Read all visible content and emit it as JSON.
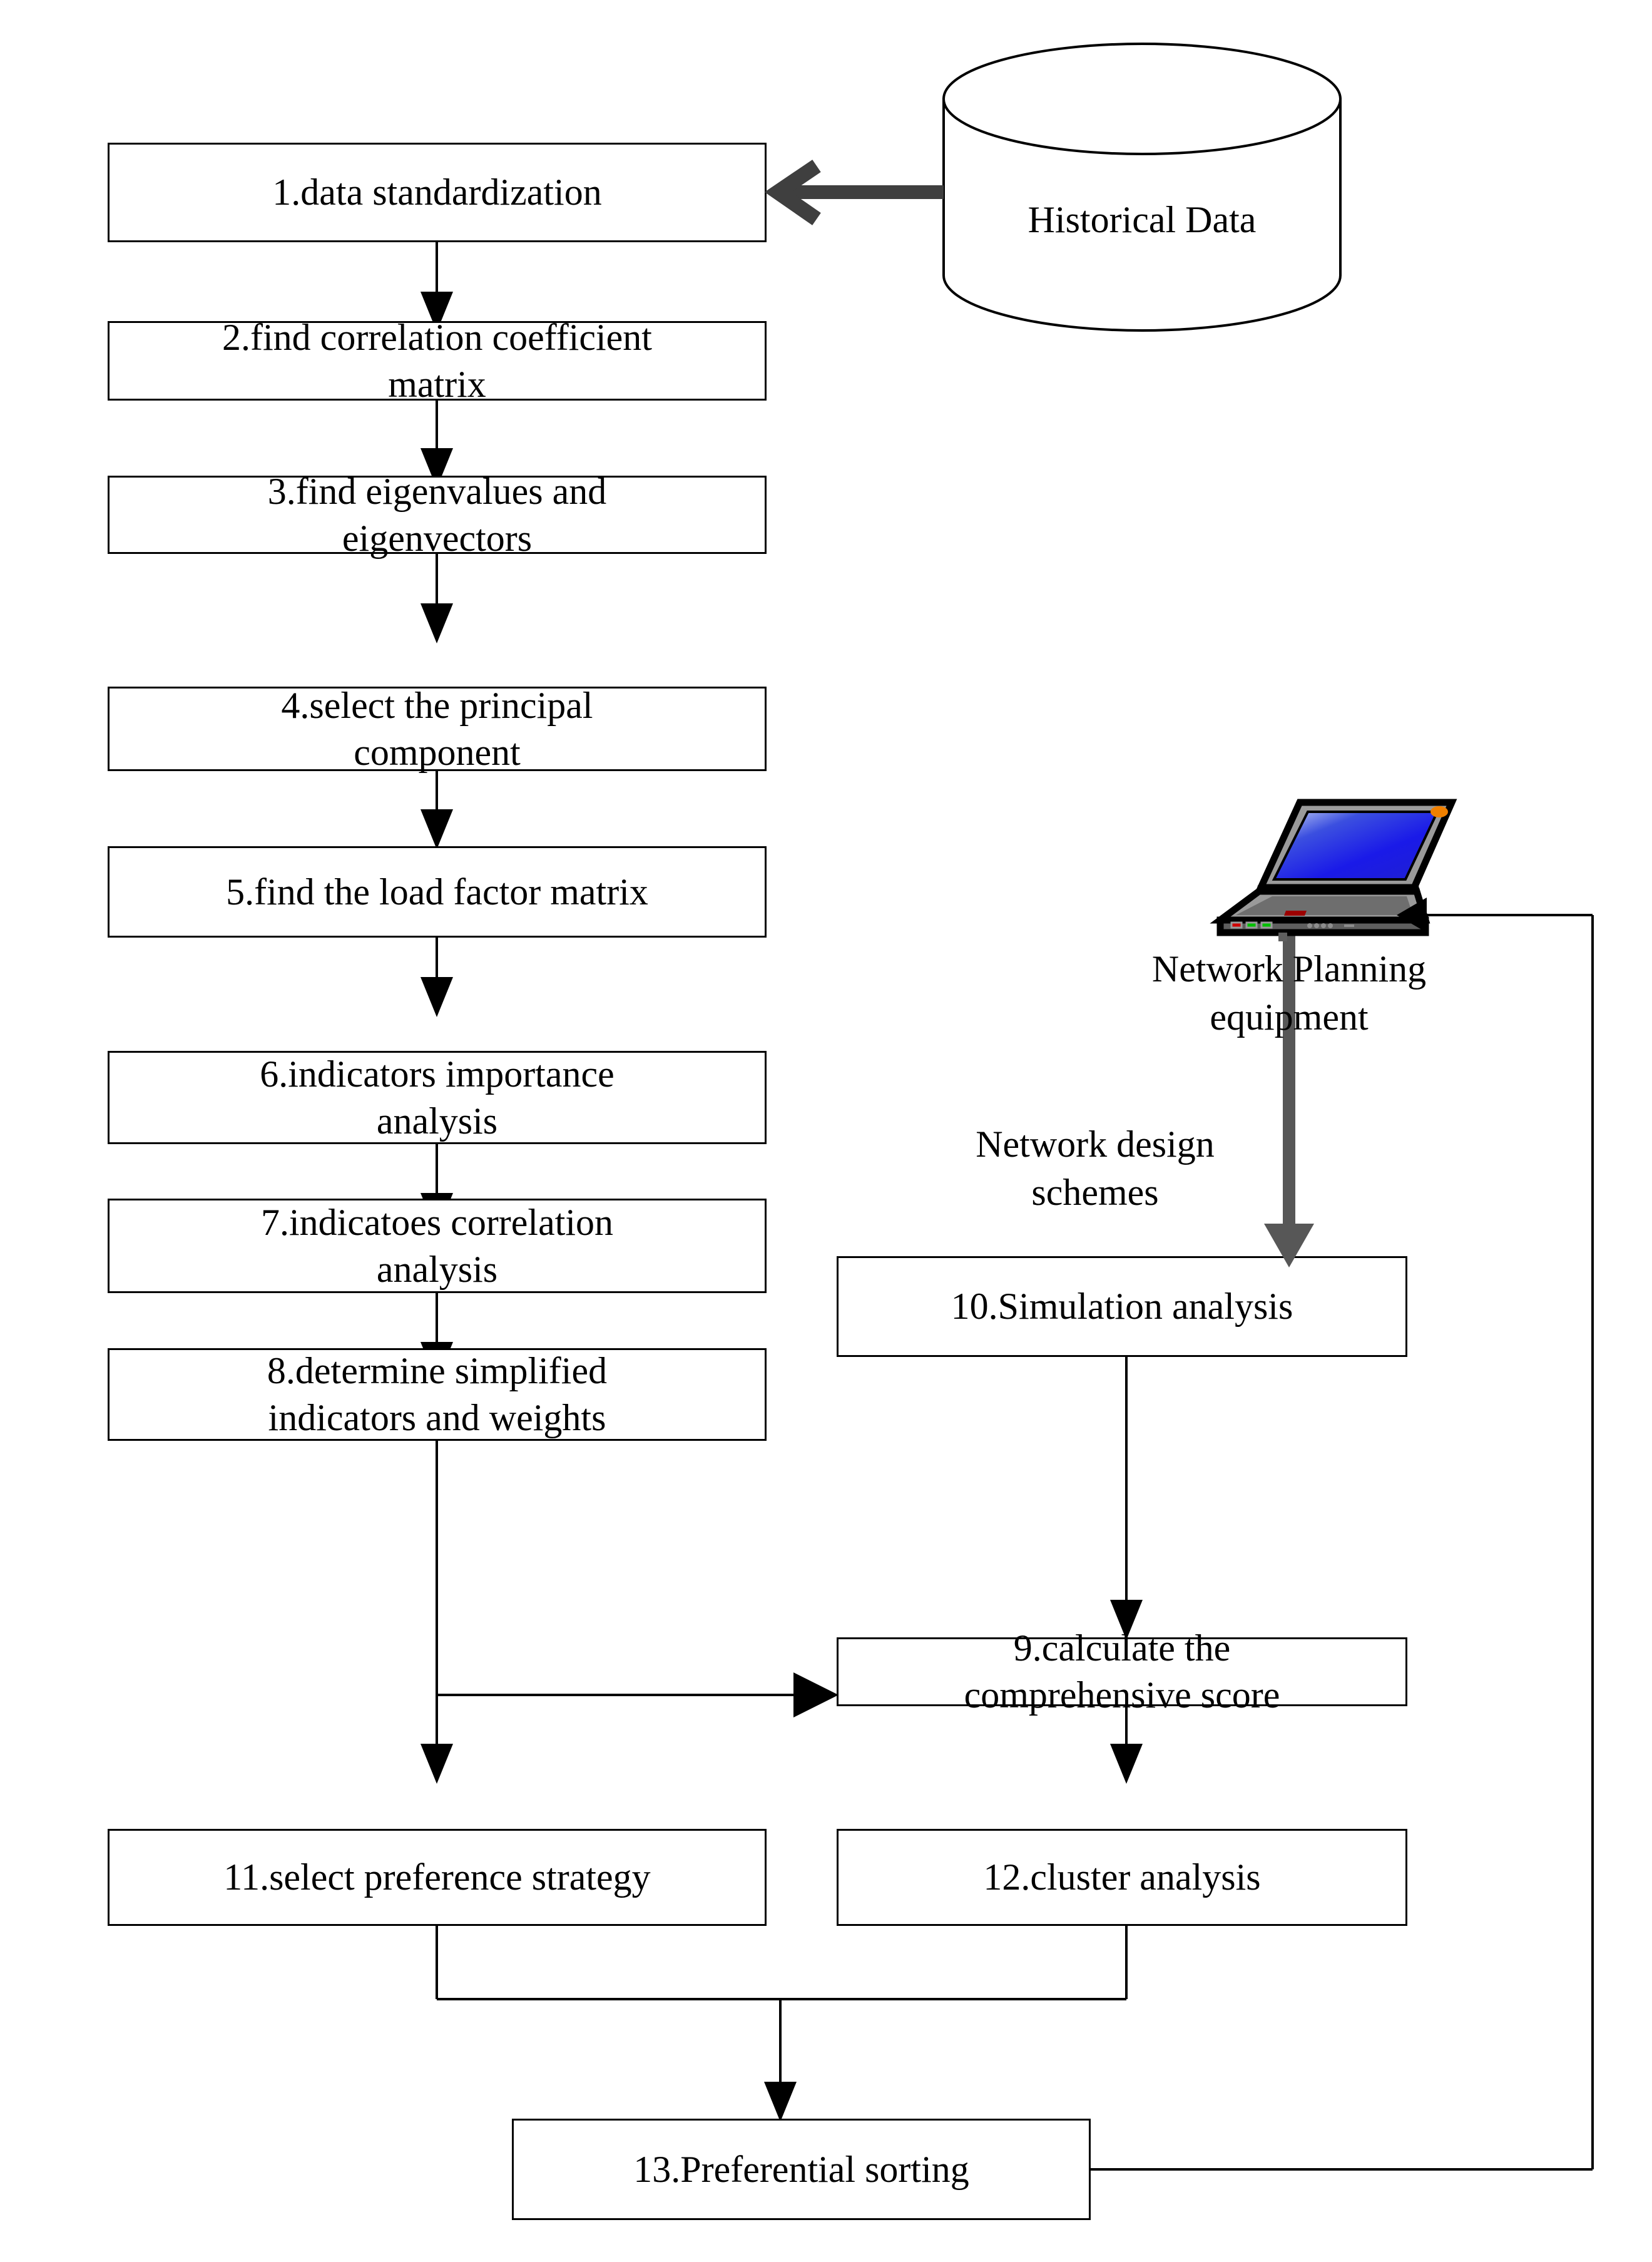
{
  "diagram": {
    "title": "Network planning scheme evaluation flowchart",
    "colors": {
      "stroke": "#000000",
      "box_fill": "#ffffff",
      "thick_arrow": "#3f3f3f",
      "laptop_body": "#9a9a9a",
      "laptop_screen": "#1a1ae8",
      "laptop_led_orange": "#f08000",
      "laptop_led_red": "#d00000",
      "laptop_led_green": "#00c000"
    },
    "nodes": [
      {
        "id": "n1",
        "label": "1.data standardization"
      },
      {
        "id": "n2",
        "label": "2.find correlation coefficient\nmatrix"
      },
      {
        "id": "n3",
        "label": "3.find eigenvalues and\neigenvectors"
      },
      {
        "id": "n4",
        "label": "4.select the principal\ncomponent"
      },
      {
        "id": "n5",
        "label": "5.find the load factor matrix"
      },
      {
        "id": "n6",
        "label": "6.indicators importance\nanalysis"
      },
      {
        "id": "n7",
        "label": "7.indicatoes correlation\nanalysis"
      },
      {
        "id": "n8",
        "label": "8.determine simplified\nindicators and weights"
      },
      {
        "id": "n9",
        "label": "9.calculate the\ncomprehensive score"
      },
      {
        "id": "n10",
        "label": "10.Simulation analysis"
      },
      {
        "id": "n11",
        "label": "11.select preference strategy"
      },
      {
        "id": "n12",
        "label": "12.cluster analysis"
      },
      {
        "id": "n13",
        "label": "13.Preferential sorting"
      }
    ],
    "datastore": {
      "id": "db",
      "label": "Historical Data"
    },
    "equipment": {
      "id": "laptop",
      "label": "Network Planning\nequipment"
    },
    "annotations": [
      {
        "id": "design_schemes",
        "label": "Network design\nschemes"
      }
    ],
    "edges": [
      {
        "from": "db",
        "to": "n1",
        "style": "thick-gray"
      },
      {
        "from": "n1",
        "to": "n2",
        "style": "plain"
      },
      {
        "from": "n2",
        "to": "n3",
        "style": "plain"
      },
      {
        "from": "n3",
        "to": "n4",
        "style": "plain"
      },
      {
        "from": "n4",
        "to": "n5",
        "style": "plain"
      },
      {
        "from": "n5",
        "to": "n6",
        "style": "plain"
      },
      {
        "from": "n6",
        "to": "n7",
        "style": "plain"
      },
      {
        "from": "n7",
        "to": "n8",
        "style": "plain"
      },
      {
        "from": "n8",
        "to": "n9",
        "style": "elbow"
      },
      {
        "from": "n8",
        "to": "n11",
        "style": "plain"
      },
      {
        "from": "laptop",
        "to": "n10",
        "style": "thick-gray"
      },
      {
        "from": "n10",
        "to": "n9",
        "style": "plain"
      },
      {
        "from": "n9",
        "to": "n12",
        "style": "plain"
      },
      {
        "from": "n11",
        "to": "n13",
        "style": "join"
      },
      {
        "from": "n12",
        "to": "n13",
        "style": "join"
      },
      {
        "from": "n13",
        "to": "laptop",
        "style": "feedback"
      }
    ]
  }
}
